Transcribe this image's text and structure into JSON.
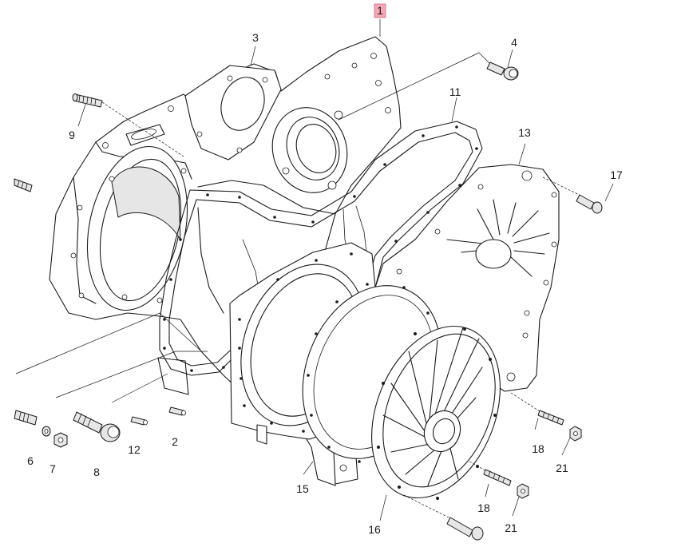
{
  "callouts": [
    {
      "id": "1",
      "text": "1",
      "highlighted": true
    },
    {
      "id": "2",
      "text": "2"
    },
    {
      "id": "3",
      "text": "3"
    },
    {
      "id": "4",
      "text": "4"
    },
    {
      "id": "6",
      "text": "6"
    },
    {
      "id": "7",
      "text": "7"
    },
    {
      "id": "8",
      "text": "8"
    },
    {
      "id": "9",
      "text": "9"
    },
    {
      "id": "11",
      "text": "11"
    },
    {
      "id": "12",
      "text": "12"
    },
    {
      "id": "13",
      "text": "13"
    },
    {
      "id": "15",
      "text": "15"
    },
    {
      "id": "16",
      "text": "16"
    },
    {
      "id": "17",
      "text": "17"
    },
    {
      "id": "18a",
      "text": "18"
    },
    {
      "id": "18b",
      "text": "18"
    },
    {
      "id": "21a",
      "text": "21"
    },
    {
      "id": "21b",
      "text": "21"
    }
  ],
  "colors": {
    "line": "#1a1a1a",
    "highlight": "#f4a7b4",
    "watermark": "#c9c9c9"
  }
}
